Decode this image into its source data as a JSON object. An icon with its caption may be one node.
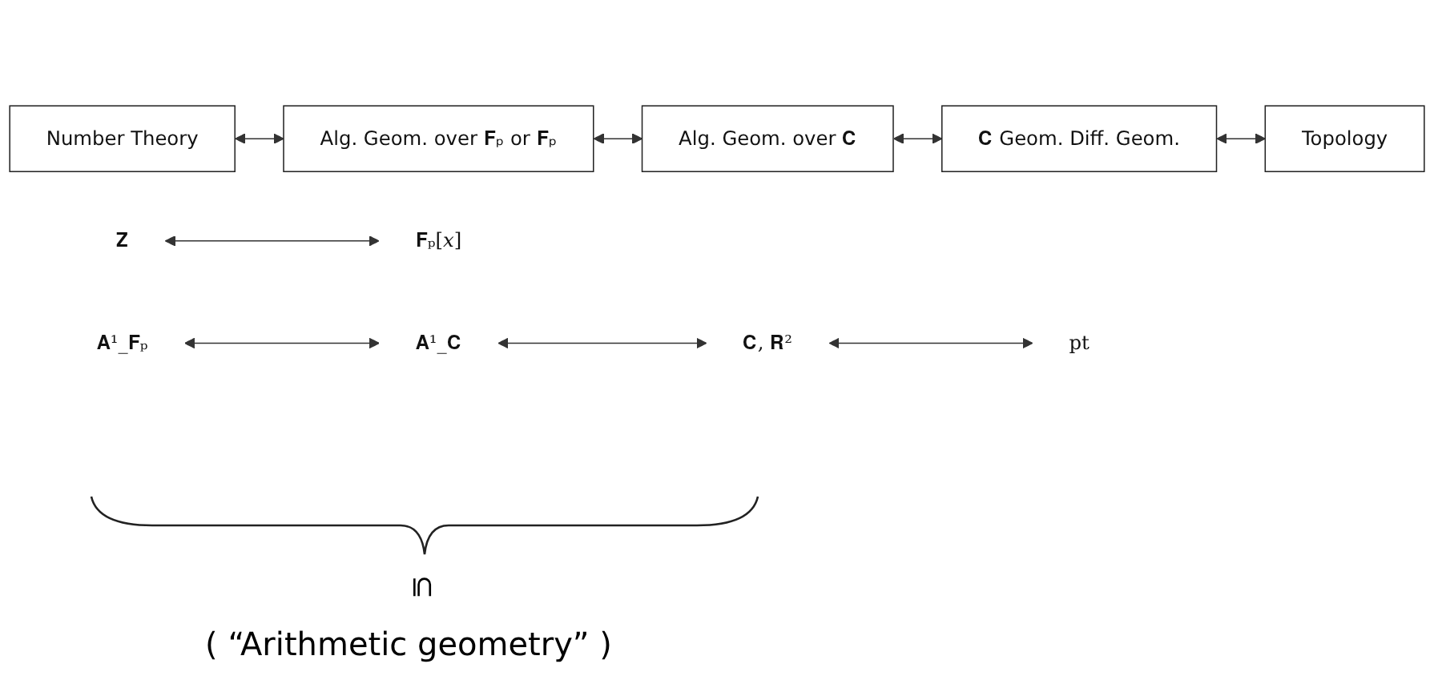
{
  "diagram": {
    "nodes": [
      {
        "text": [
          "Number Theory"
        ]
      },
      {
        "text": [
          "Alg. Geom. over 𝐅ₚ or 𝐅̄ₚ"
        ]
      },
      {
        "text": [
          "Alg. Geom. over 𝐂"
        ]
      },
      {
        "text": [
          "𝐂 Geom. Diff. Geom."
        ]
      },
      {
        "text": [
          "Topology"
        ]
      },
      {
        "text": [
          "𝐙"
        ]
      },
      {
        "text": [
          "𝐅ₚ[𝑥]"
        ]
      },
      {
        "text": [
          "𝐀¹_𝐅̄ₚ"
        ]
      },
      {
        "text": [
          "𝐀¹_𝐂"
        ]
      },
      {
        "text": [
          "𝐂, 𝐑²"
        ]
      },
      {
        "text": [
          "pt"
        ]
      }
    ],
    "edges": [
      {
        "from": 0,
        "to": 1,
        "arrow": "both"
      },
      {
        "from": 1,
        "to": 2,
        "arrow": "both"
      },
      {
        "from": 2,
        "to": 3,
        "arrow": "both"
      },
      {
        "from": 3,
        "to": 4,
        "arrow": "both"
      },
      {
        "from": 5,
        "to": 6,
        "arrow": "both"
      },
      {
        "from": 7,
        "to": 8,
        "arrow": "both"
      },
      {
        "from": 8,
        "to": 9,
        "arrow": "both"
      },
      {
        "from": 9,
        "to": 10,
        "arrow": "both"
      }
    ],
    "labels": [
      "⊆",
      "( “Arithmetic geometry” )"
    ]
  }
}
